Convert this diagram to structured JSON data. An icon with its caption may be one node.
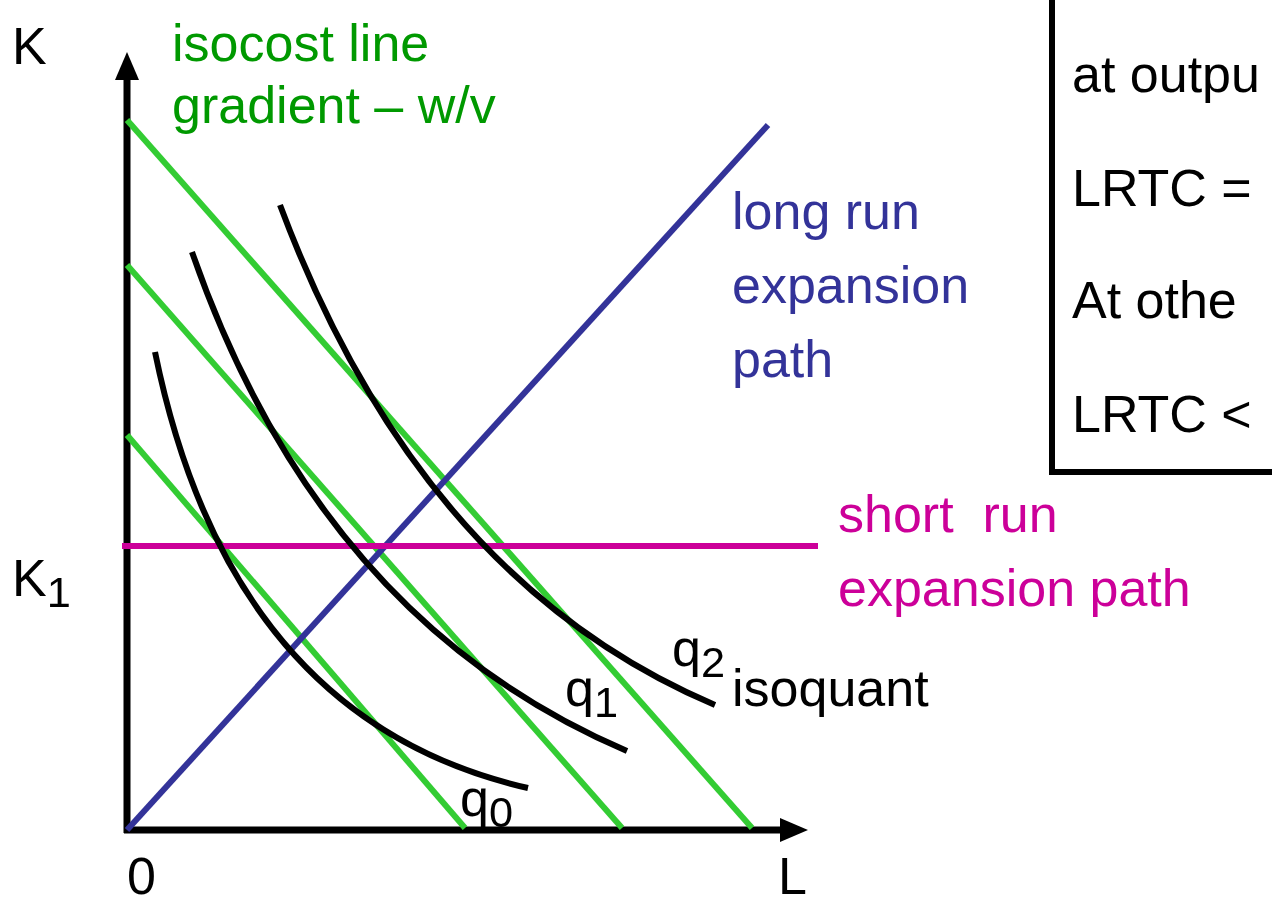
{
  "diagram": {
    "nodes": [
      {
        "text": [
          "at outpu",
          "LRTC =",
          "At othe",
          "LRTC <"
        ]
      }
    ],
    "labels": [
      "K",
      "isocost line gradient – w/v",
      "long run expansion path",
      "short  run expansion path",
      "K$_{1}$",
      "q$_{2}$",
      "isoquant",
      "q$_{1}$",
      "q$_{0}$",
      "0",
      "L"
    ]
  }
}
